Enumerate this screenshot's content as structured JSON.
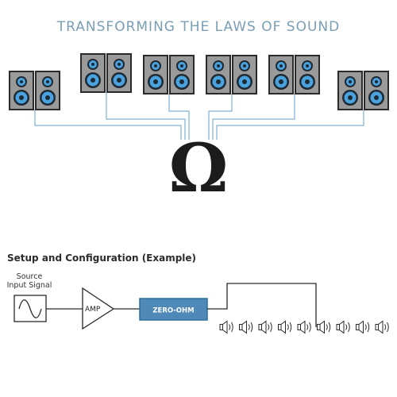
{
  "headline": "TRANSFORMING THE LAWS OF SOUND",
  "section_title": "Setup and Configuration (Example)",
  "source": {
    "line1": "Source",
    "line2": "Input Signal"
  },
  "amp_label": "AMP",
  "zero_ohm_label": "ZERO-OHM",
  "colors": {
    "headline": "#7a9fb4",
    "speaker_body": "#9a9a9a",
    "speaker_outline": "#2a2a2a",
    "driver": "#4aa3df",
    "wire_top": "#7fb2d4",
    "omega": "#1c1c1c",
    "zero_ohm_fill": "#4f89b8",
    "zero_ohm_border": "#2f6e99",
    "amp_fill": "#ffffff",
    "line_bottom": "#2a2a2a"
  },
  "icons": {
    "top": [
      "speaker-cabinet-icon",
      "omega-icon"
    ],
    "bottom": [
      "sine-wave-icon",
      "amplifier-triangle-icon",
      "speaker-small-icon"
    ]
  },
  "speaker_pairs_count": 6,
  "small_speakers_count": 9
}
